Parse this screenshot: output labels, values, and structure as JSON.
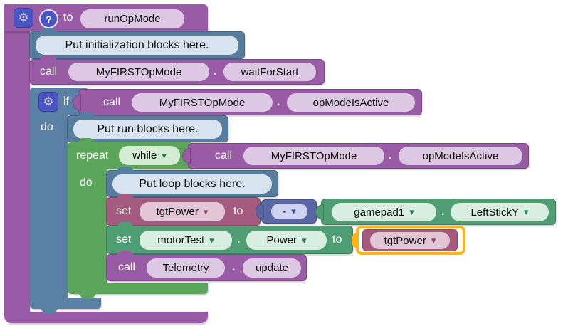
{
  "workspace": {
    "background": "#ffffff",
    "selection_color": "#fcb414"
  },
  "colors": {
    "procedure_purple": "#995ba5",
    "logic_blue": "#5b80a5",
    "comment_blue": "#567c9e",
    "loop_green": "#5ba55b",
    "device_green": "#4f9d73",
    "variable_pink": "#a55b80",
    "math_blue": "#5b67a5",
    "icon_blue": "#4a55c4"
  },
  "icons": {
    "mutator_gear": "gear",
    "help": "?",
    "dropdown_arrow": "▾"
  },
  "blocks": {
    "fn": {
      "to_label": "to",
      "name": "runOpMode"
    },
    "comment_init": {
      "text": "Put initialization blocks here."
    },
    "call_wait": {
      "call_label": "call",
      "object": "MyFIRSTOpMode",
      "dot": ".",
      "method": "waitForStart"
    },
    "if_block": {
      "if_label": "if",
      "do_label": "do"
    },
    "call_active1": {
      "call_label": "call",
      "object": "MyFIRSTOpMode",
      "dot": ".",
      "method": "opModeIsActive"
    },
    "comment_run": {
      "text": "Put run blocks here."
    },
    "repeat": {
      "repeat_label": "repeat",
      "mode": "while",
      "do_label": "do"
    },
    "call_active2": {
      "call_label": "call",
      "object": "MyFIRSTOpMode",
      "dot": ".",
      "method": "opModeIsActive"
    },
    "comment_loop": {
      "text": "Put loop blocks here."
    },
    "set_tgt": {
      "set_label": "set",
      "variable": "tgtPower",
      "to_label": "to"
    },
    "negate": {
      "op": "-"
    },
    "gamepad": {
      "device": "gamepad1",
      "dot": ".",
      "property": "LeftStickY"
    },
    "set_power": {
      "set_label": "set",
      "device": "motorTest",
      "dot": ".",
      "property": "Power",
      "to_label": "to"
    },
    "tgt_getter": {
      "variable": "tgtPower"
    },
    "call_update": {
      "call_label": "call",
      "object": "Telemetry",
      "dot": ".",
      "method": "update"
    }
  }
}
